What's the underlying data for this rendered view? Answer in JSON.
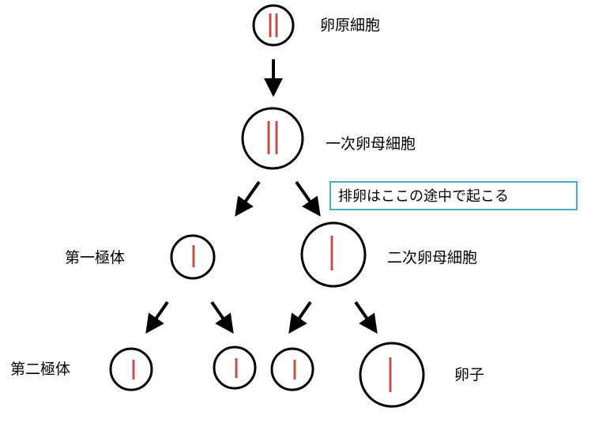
{
  "labels": {
    "oogonium": "卵原細胞",
    "primary_oocyte": "一次卵母細胞",
    "first_polar_body": "第一極体",
    "secondary_oocyte": "二次卵母細胞",
    "second_polar_body": "第二極体",
    "egg": "卵子"
  },
  "note": "排卵はここの途中で起こる",
  "colors": {
    "outline": "#000000",
    "chromosome": "#c0504d",
    "note_border": "#4bacc6"
  }
}
